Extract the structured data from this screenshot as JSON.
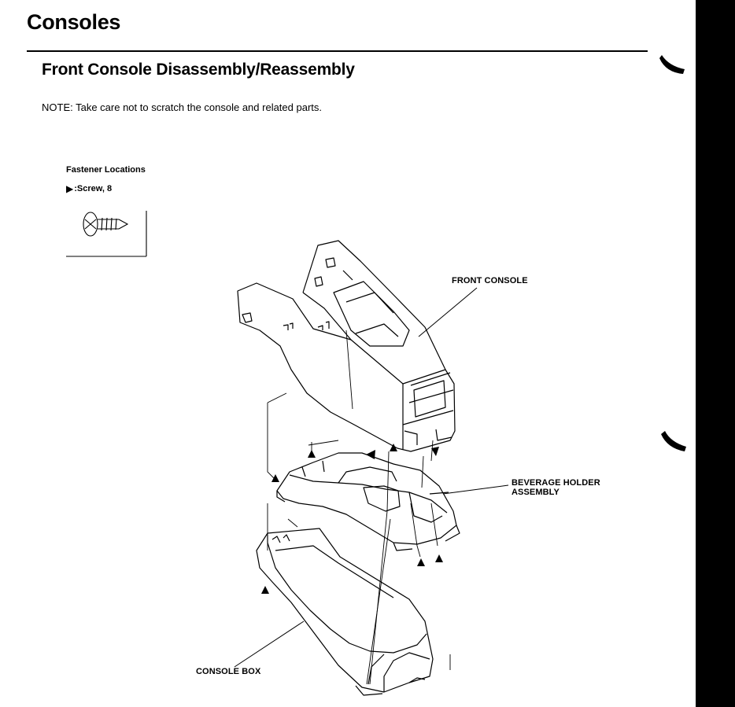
{
  "page": {
    "title": "Consoles",
    "section_title": "Front Console Disassembly/Reassembly",
    "note": "NOTE: Take care not to scratch the console and related parts."
  },
  "fastener": {
    "title": "Fastener Locations",
    "legend_symbol": "▶",
    "legend_text": ":Screw, 8",
    "icon": "screw-icon"
  },
  "callouts": {
    "front_console": "FRONT CONSOLE",
    "beverage_holder_line1": "BEVERAGE HOLDER",
    "beverage_holder_line2": "ASSEMBLY",
    "console_box": "CONSOLE BOX"
  },
  "colors": {
    "ink": "#000000",
    "paper": "#ffffff"
  }
}
